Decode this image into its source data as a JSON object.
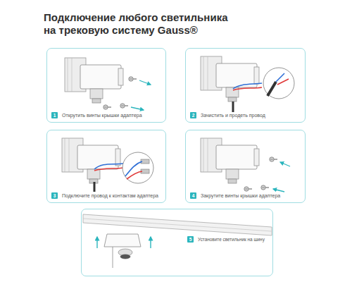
{
  "diagram": {
    "title": "Подключение любого светильника на трековую систему Gauss®",
    "nodes": [
      {
        "text": [
          "Открутить винты крышки адаптера"
        ]
      },
      {
        "text": [
          "1"
        ],
        "in": 0
      },
      {
        "text": [
          "Зачистить и продеть провод"
        ]
      },
      {
        "text": [
          "2"
        ],
        "in": 2
      },
      {
        "text": [
          "Подключите провод к контактам адаптера"
        ]
      },
      {
        "text": [
          "3"
        ],
        "in": 4
      },
      {
        "text": [
          "Закрутите винты крышки адаптера"
        ]
      },
      {
        "text": [
          "4"
        ],
        "in": 6
      },
      {
        "text": [
          "Установите светильник на шину"
        ]
      },
      {
        "text": [
          "5"
        ],
        "in": 8
      }
    ]
  }
}
